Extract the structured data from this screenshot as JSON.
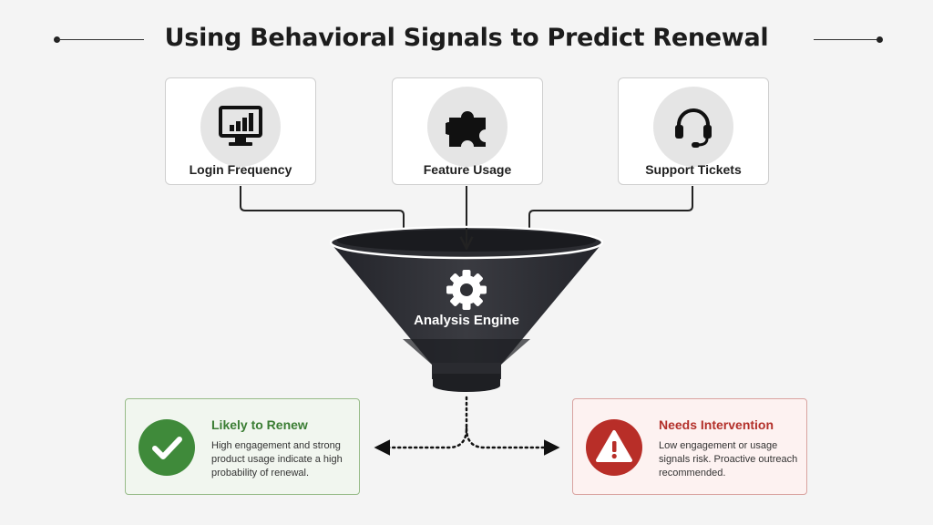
{
  "title": "Using Behavioral Signals to Predict Renewal",
  "signals": [
    {
      "label": "Login Frequency",
      "icon": "monitor-chart-icon"
    },
    {
      "label": "Feature Usage",
      "icon": "puzzle-piece-icon"
    },
    {
      "label": "Support Tickets",
      "icon": "headset-icon"
    }
  ],
  "engine": {
    "label": "Analysis Engine",
    "icon": "gear-icon"
  },
  "outcomes": [
    {
      "title": "Likely to Renew",
      "description": "High engagement and strong product usage indicate a high probability of renewal.",
      "icon": "checkmark-icon",
      "color": "#3f8a3a"
    },
    {
      "title": "Needs Intervention",
      "description": "Low engagement or usage signals risk. Proactive outreach recommended.",
      "icon": "warning-icon",
      "color": "#b82e28"
    }
  ],
  "colors": {
    "funnel": "#2c2d32",
    "background": "#f4f4f4"
  }
}
